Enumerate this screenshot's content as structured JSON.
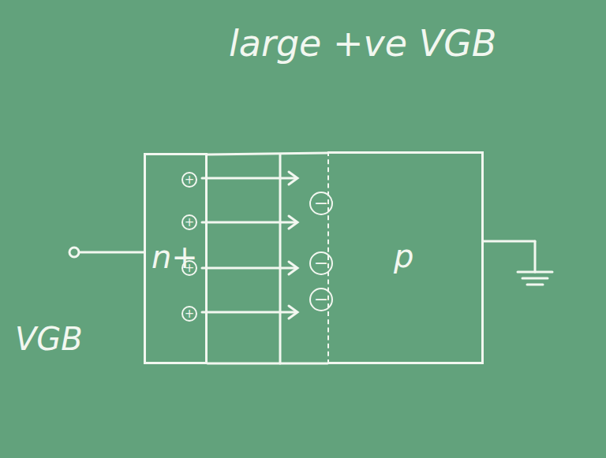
{
  "diagram": {
    "title": "large +ve VGB",
    "nodes": [
      {
        "text": [
          "n+"
        ]
      },
      {
        "text": [
          "p"
        ]
      }
    ],
    "labels": [
      "VGB",
      "+",
      "+",
      "+",
      "+",
      "−",
      "−",
      "−"
    ]
  }
}
